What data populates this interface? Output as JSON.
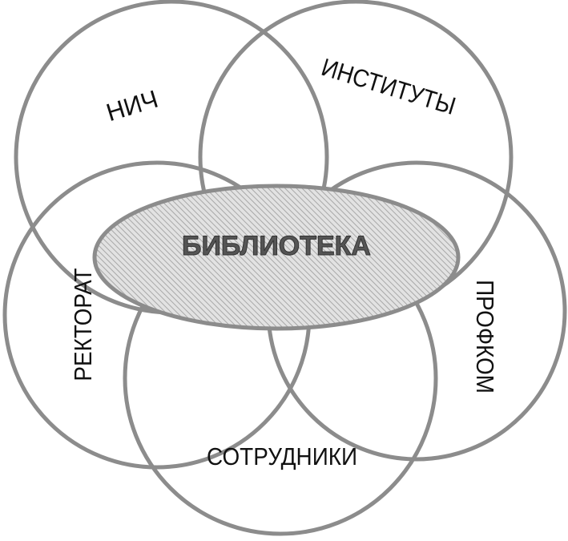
{
  "diagram": {
    "center": {
      "label": "БИБЛИОТЕКА"
    },
    "nodes": [
      {
        "id": "nich",
        "label": "НИЧ"
      },
      {
        "id": "institutes",
        "label": "ИНСТИТУТЫ"
      },
      {
        "id": "rectorate",
        "label": "РЕКТОРАТ"
      },
      {
        "id": "profcom",
        "label": "ПРОФКОМ"
      },
      {
        "id": "staff",
        "label": "СОТРУДНИКИ"
      }
    ],
    "colors": {
      "stroke": "#8c8c8c",
      "center_fill": "#d9d9d9",
      "hatch": "#a8a8a8"
    }
  }
}
